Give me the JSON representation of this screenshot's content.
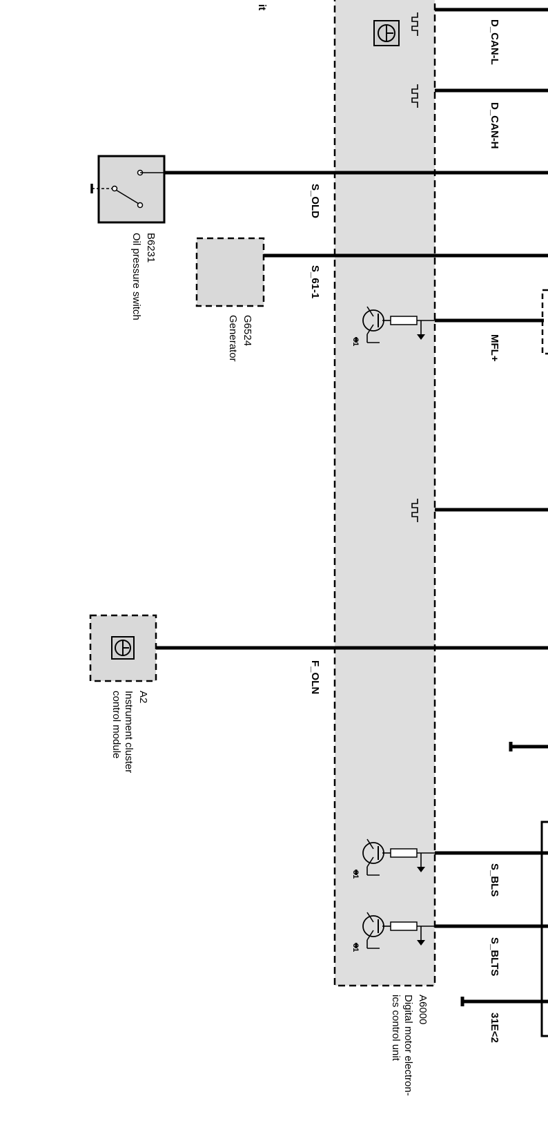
{
  "signals": {
    "d_can_l": "D_CAN-L",
    "d_can_h": "D_CAN-H",
    "s_old": "S_OLD",
    "s_61_1": "S_61-1",
    "mfl_plus": "MFL+",
    "f_oln": "F_OLN",
    "s_bls": "S_BLS",
    "s_blts": "S_BLTS",
    "e31_2": "31E<2"
  },
  "components": {
    "oil_pressure_switch": {
      "id": "B6231",
      "name": "Oil pressure switch"
    },
    "generator": {
      "id": "G6524",
      "name": "Generator"
    },
    "instrument_cluster": {
      "id": "A2",
      "name_line1": "Instrument cluster",
      "name_line2": "control module"
    },
    "dme": {
      "id": "A6000",
      "name_line1": "Digital motor electron-",
      "name_line2": "ics control unit"
    }
  },
  "transistor_ground_label": "31",
  "cut_off_text": "it"
}
